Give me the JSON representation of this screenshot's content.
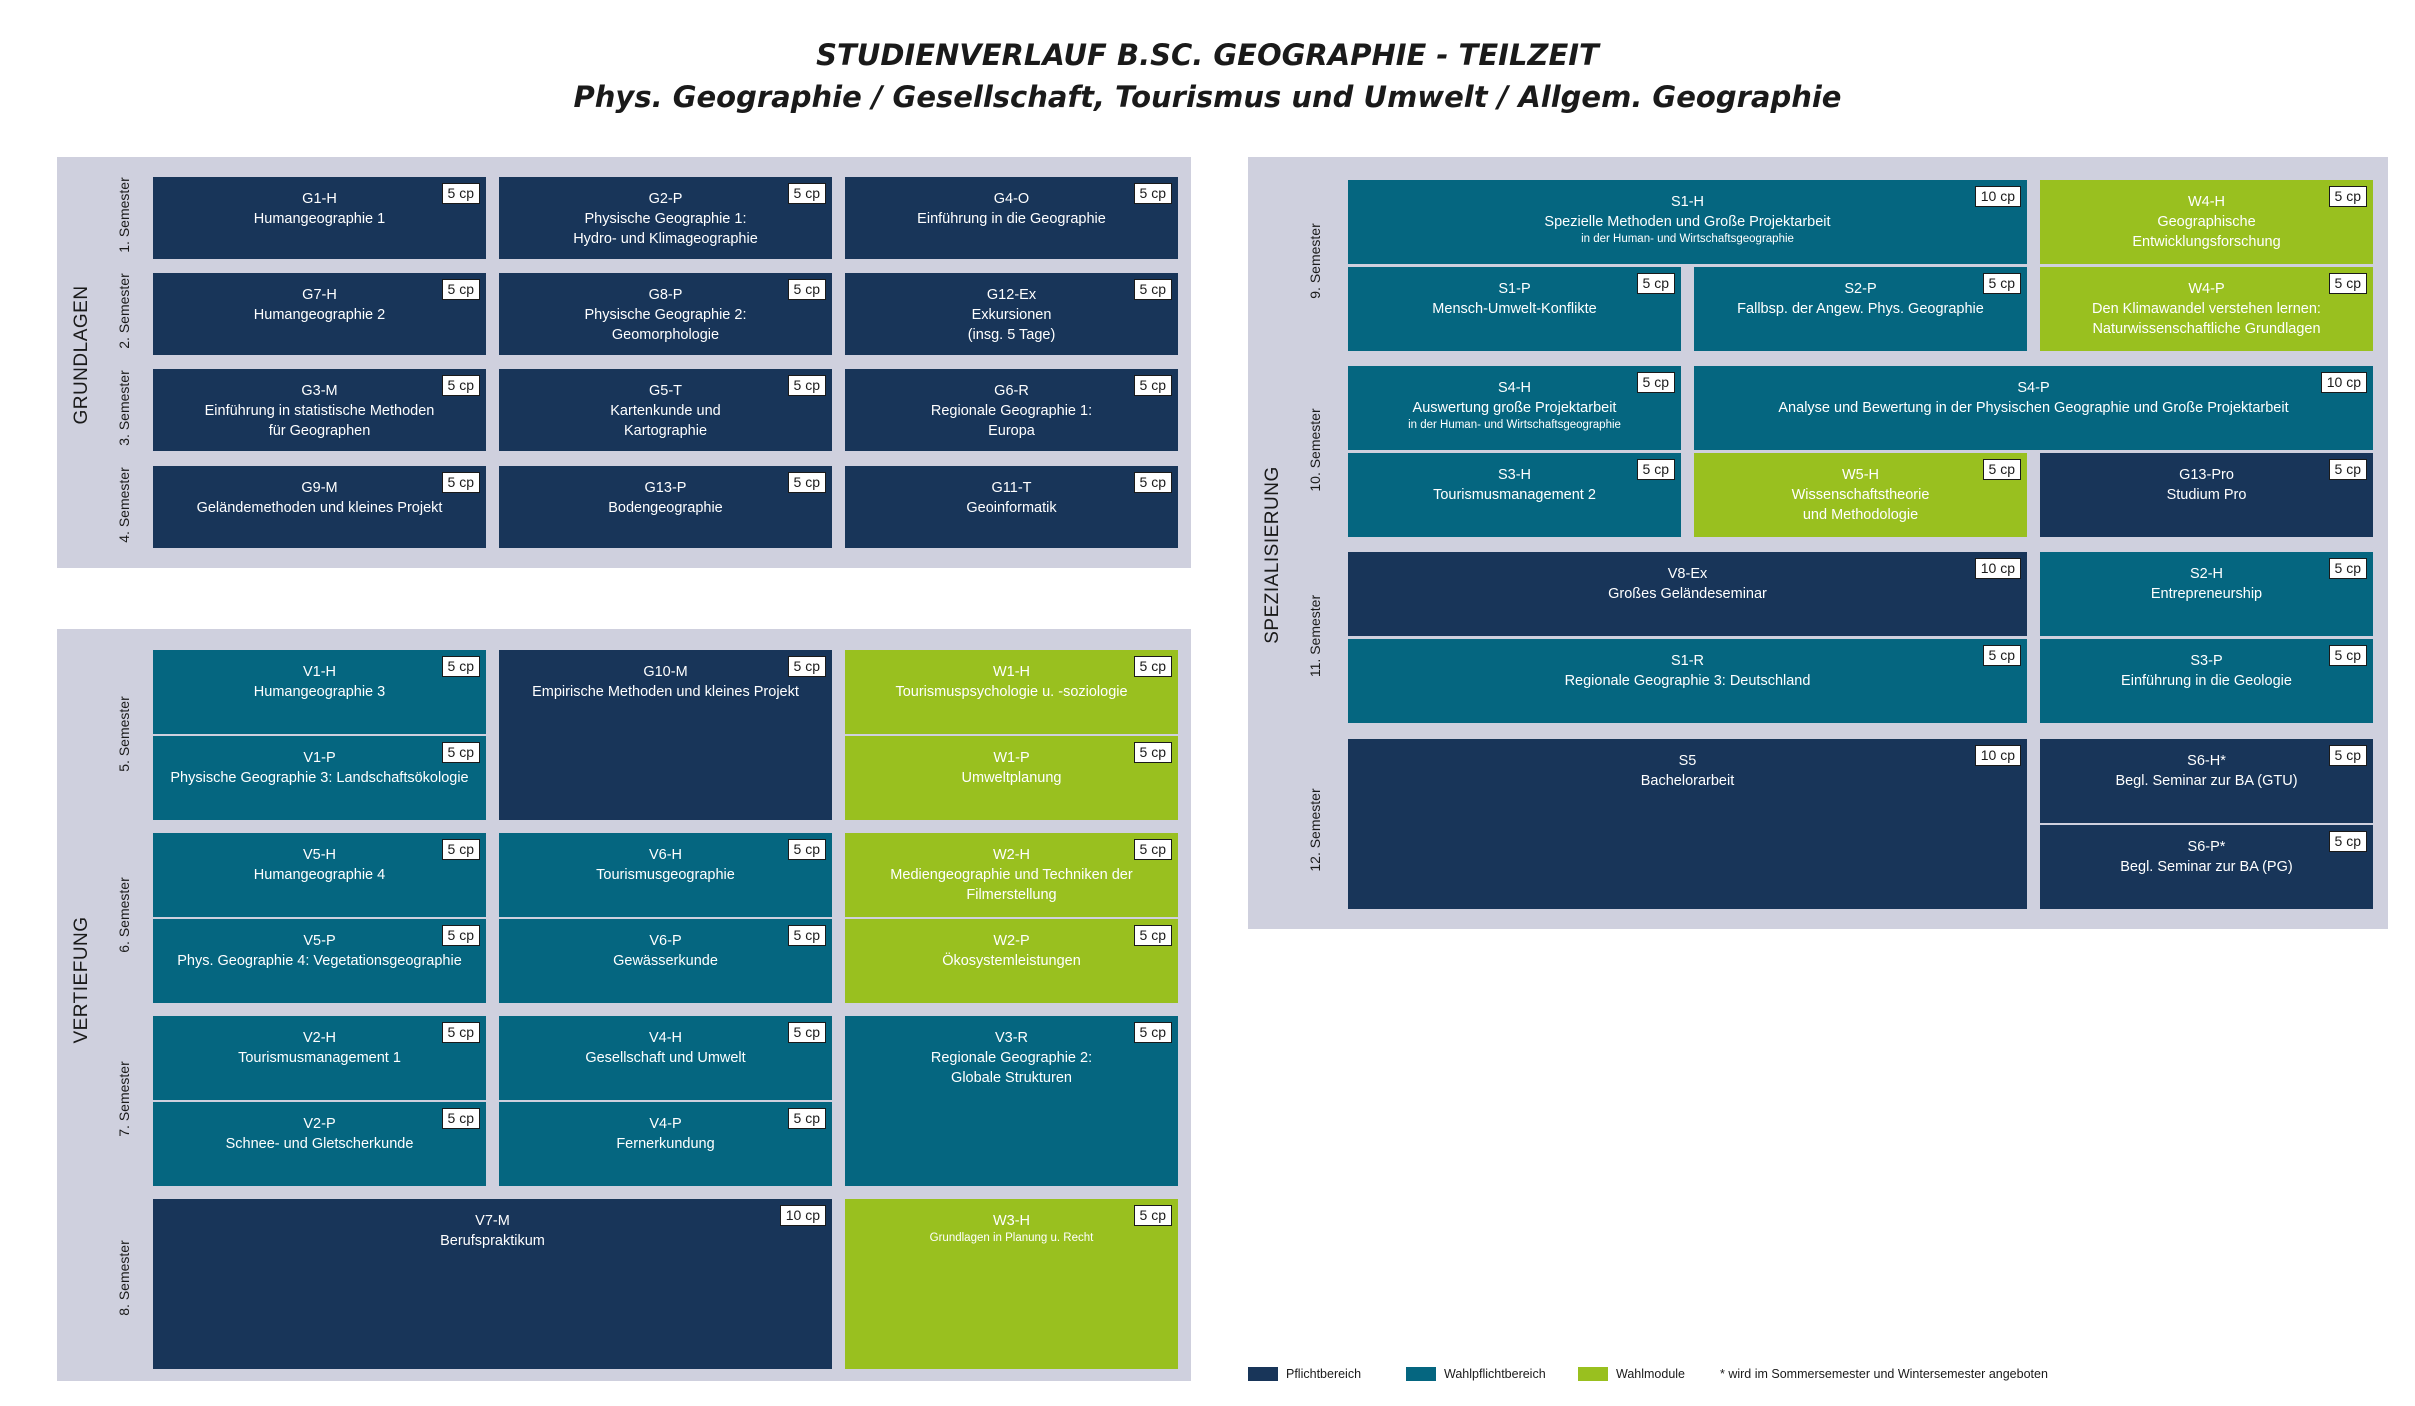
{
  "title": {
    "line1": "STUDIENVERLAUF B.SC. GEOGRAPHIE - TEILZEIT",
    "line2": "Phys. Geographie / Gesellschaft, Tourismus und Umwelt / Allgem. Geographie"
  },
  "colors": {
    "pflicht": "#183559",
    "wahlpflicht": "#056680",
    "wahl": "#99c01f",
    "panel": "#cfd0de"
  },
  "legend": {
    "pflicht": "Pflichtbereich",
    "wahlpflicht": "Wahlpflichtbereich",
    "wahl": "Wahlmodule",
    "note": "* wird im Sommersemester und Wintersemester angeboten"
  },
  "grundlagen": {
    "label": "GRUNDLAGEN",
    "semesters": [
      "1. Semester",
      "2. Semester",
      "3. Semester",
      "4. Semester"
    ],
    "modules": [
      {
        "code": "G1-H",
        "name": [
          "Humangeographie 1"
        ],
        "cp": "5 cp"
      },
      {
        "code": "G2-P",
        "name": [
          "Physische Geographie 1:",
          "Hydro- und Klimageographie"
        ],
        "cp": "5 cp"
      },
      {
        "code": "G4-O",
        "name": [
          "Einführung in die Geographie"
        ],
        "cp": "5 cp"
      },
      {
        "code": "G7-H",
        "name": [
          "Humangeographie 2"
        ],
        "cp": "5 cp"
      },
      {
        "code": "G8-P",
        "name": [
          "Physische Geographie 2:",
          "Geomorphologie"
        ],
        "cp": "5 cp"
      },
      {
        "code": "G12-Ex",
        "name": [
          "Exkursionen",
          "(insg. 5 Tage)"
        ],
        "cp": "5 cp"
      },
      {
        "code": "G3-M",
        "name": [
          "Einführung in statistische Methoden",
          "für Geographen"
        ],
        "cp": "5 cp"
      },
      {
        "code": "G5-T",
        "name": [
          "Kartenkunde und",
          "Kartographie"
        ],
        "cp": "5 cp"
      },
      {
        "code": "G6-R",
        "name": [
          "Regionale Geographie 1:",
          "Europa"
        ],
        "cp": "5 cp"
      },
      {
        "code": "G9-M",
        "name": [
          "Geländemethoden und kleines Projekt"
        ],
        "cp": "5 cp"
      },
      {
        "code": "G13-P",
        "name": [
          "Bodengeographie"
        ],
        "cp": "5 cp"
      },
      {
        "code": "G11-T",
        "name": [
          "Geoinformatik"
        ],
        "cp": "5 cp"
      }
    ]
  },
  "vertiefung": {
    "label": "VERTIEFUNG",
    "semesters": [
      "5. Semester",
      "6. Semester",
      "7. Semester",
      "8. Semester"
    ],
    "modules": [
      {
        "code": "V1-H",
        "name": [
          "Humangeographie 3"
        ],
        "cp": "5 cp"
      },
      {
        "code": "V1-P",
        "name": [
          "Physische Geographie 3: Landschaftsökologie"
        ],
        "cp": "5 cp"
      },
      {
        "code": "G10-M",
        "name": [
          "Empirische Methoden und kleines Projekt"
        ],
        "cp": "5 cp"
      },
      {
        "code": "W1-H",
        "name": [
          "Tourismuspsychologie u. -soziologie"
        ],
        "cp": "5 cp"
      },
      {
        "code": "W1-P",
        "name": [
          "Umweltplanung"
        ],
        "cp": "5 cp"
      },
      {
        "code": "V5-H",
        "name": [
          "Humangeographie 4"
        ],
        "cp": "5 cp"
      },
      {
        "code": "V5-P",
        "name": [
          "Phys. Geographie 4: Vegetationsgeographie"
        ],
        "cp": "5 cp"
      },
      {
        "code": "V6-H",
        "name": [
          "Tourismusgeographie"
        ],
        "cp": "5 cp"
      },
      {
        "code": "V6-P",
        "name": [
          "Gewässerkunde"
        ],
        "cp": "5 cp"
      },
      {
        "code": "W2-H",
        "name": [
          "Mediengeographie und Techniken der",
          "Filmerstellung"
        ],
        "cp": "5 cp"
      },
      {
        "code": "W2-P",
        "name": [
          "Ökosystemleistungen"
        ],
        "cp": "5 cp"
      },
      {
        "code": "V2-H",
        "name": [
          "Tourismusmanagement 1"
        ],
        "cp": "5 cp"
      },
      {
        "code": "V2-P",
        "name": [
          "Schnee- und Gletscherkunde"
        ],
        "cp": "5 cp"
      },
      {
        "code": "V4-H",
        "name": [
          "Gesellschaft und Umwelt"
        ],
        "cp": "5 cp"
      },
      {
        "code": "V4-P",
        "name": [
          "Fernerkundung"
        ],
        "cp": "5 cp"
      },
      {
        "code": "V3-R",
        "name": [
          "Regionale Geographie 2:",
          "Globale Strukturen"
        ],
        "cp": "5 cp"
      },
      {
        "code": "V7-M",
        "name": [
          "Berufspraktikum"
        ],
        "cp": "10 cp"
      },
      {
        "code": "W3-H",
        "name": [],
        "small": [
          "Grundlagen in Planung u. Recht"
        ],
        "cp": "5 cp"
      }
    ]
  },
  "spezialisierung": {
    "label": "SPEZIALISIERUNG",
    "semesters": [
      "9. Semester",
      "10. Semester",
      "11. Semester",
      "12. Semester"
    ],
    "modules": [
      {
        "code": "S1-H",
        "name": [
          "Spezielle Methoden und Große Projektarbeit"
        ],
        "small": [
          "in der Human- und Wirtschaftsgeographie"
        ],
        "cp": "10 cp"
      },
      {
        "code": "W4-H",
        "name": [
          "Geographische",
          "Entwicklungsforschung"
        ],
        "cp": "5 cp"
      },
      {
        "code": "S1-P",
        "name": [
          "Mensch-Umwelt-Konflikte"
        ],
        "cp": "5 cp"
      },
      {
        "code": "S2-P",
        "name": [
          "Fallbsp. der Angew. Phys. Geographie"
        ],
        "cp": "5 cp"
      },
      {
        "code": "W4-P",
        "name": [
          "Den Klimawandel verstehen lernen:",
          "Naturwissenschaftliche Grundlagen"
        ],
        "cp": "5 cp"
      },
      {
        "code": "S4-H",
        "name": [
          "Auswertung große Projektarbeit"
        ],
        "small": [
          "in der Human- und Wirtschaftsgeographie"
        ],
        "cp": "5 cp"
      },
      {
        "code": "S4-P",
        "name": [
          "Analyse und Bewertung in der Physischen Geographie und Große Projektarbeit"
        ],
        "cp": "10 cp"
      },
      {
        "code": "S3-H",
        "name": [
          "Tourismusmanagement 2"
        ],
        "cp": "5 cp"
      },
      {
        "code": "W5-H",
        "name": [
          "Wissenschaftstheorie",
          "und Methodologie"
        ],
        "cp": "5 cp"
      },
      {
        "code": "G13-Pro",
        "name": [
          "Studium Pro"
        ],
        "cp": "5 cp"
      },
      {
        "code": "V8-Ex",
        "name": [
          "Großes Geländeseminar"
        ],
        "cp": "10 cp"
      },
      {
        "code": "S2-H",
        "name": [
          "Entrepreneurship"
        ],
        "cp": "5 cp"
      },
      {
        "code": "S1-R",
        "name": [
          "Regionale Geographie 3: Deutschland"
        ],
        "cp": "5 cp"
      },
      {
        "code": "S3-P",
        "name": [
          "Einführung in die Geologie"
        ],
        "cp": "5 cp"
      },
      {
        "code": "S5",
        "name": [
          "Bachelorarbeit"
        ],
        "cp": "10 cp"
      },
      {
        "code": "S6-H*",
        "name": [
          "Begl. Seminar zur BA (GTU)"
        ],
        "cp": "5 cp"
      },
      {
        "code": "S6-P*",
        "name": [
          "Begl. Seminar zur BA (PG)"
        ],
        "cp": "5 cp"
      }
    ]
  }
}
